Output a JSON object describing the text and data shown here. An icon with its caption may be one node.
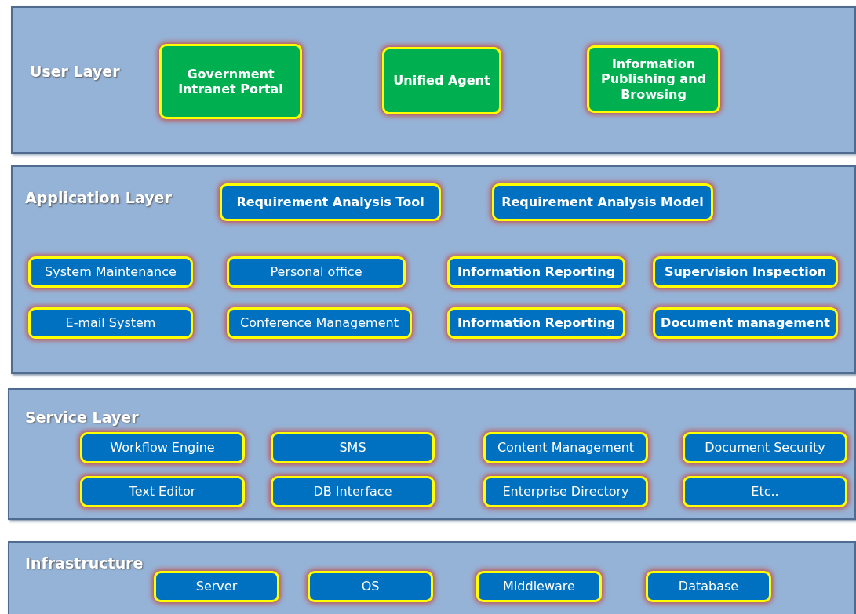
{
  "diagram": {
    "nodes": [
      {
        "text": [
          "User Layer"
        ]
      },
      {
        "text": [
          "Government Intranet Portal"
        ],
        "in": 0
      },
      {
        "text": [
          "Unified Agent"
        ],
        "in": 0
      },
      {
        "text": [
          "Information Publishing and Browsing"
        ],
        "in": 0
      },
      {
        "text": [
          "Application Layer"
        ]
      },
      {
        "text": [
          "Requirement Analysis Tool"
        ],
        "in": 4
      },
      {
        "text": [
          "Requirement Analysis Model"
        ],
        "in": 4
      },
      {
        "text": [
          "System Maintenance"
        ],
        "in": 4
      },
      {
        "text": [
          "Personal office"
        ],
        "in": 4
      },
      {
        "text": [
          "Information Reporting"
        ],
        "in": 4
      },
      {
        "text": [
          "Supervision Inspection"
        ],
        "in": 4
      },
      {
        "text": [
          "E-mail System"
        ],
        "in": 4
      },
      {
        "text": [
          "Conference Management"
        ],
        "in": 4
      },
      {
        "text": [
          "Information Reporting"
        ],
        "in": 4
      },
      {
        "text": [
          "Document management"
        ],
        "in": 4
      },
      {
        "text": [
          "Service Layer"
        ]
      },
      {
        "text": [
          "Workflow Engine"
        ],
        "in": 15
      },
      {
        "text": [
          "SMS"
        ],
        "in": 15
      },
      {
        "text": [
          "Content Management"
        ],
        "in": 15
      },
      {
        "text": [
          "Document Security"
        ],
        "in": 15
      },
      {
        "text": [
          "Text Editor"
        ],
        "in": 15
      },
      {
        "text": [
          "DB Interface"
        ],
        "in": 15
      },
      {
        "text": [
          "Enterprise Directory"
        ],
        "in": 15
      },
      {
        "text": [
          "Etc.."
        ],
        "in": 15
      },
      {
        "text": [
          "Infrastructure"
        ]
      },
      {
        "text": [
          "Server"
        ],
        "in": 24
      },
      {
        "text": [
          "OS"
        ],
        "in": 24
      },
      {
        "text": [
          "Middleware"
        ],
        "in": 24
      },
      {
        "text": [
          "Database"
        ],
        "in": 24
      }
    ]
  }
}
